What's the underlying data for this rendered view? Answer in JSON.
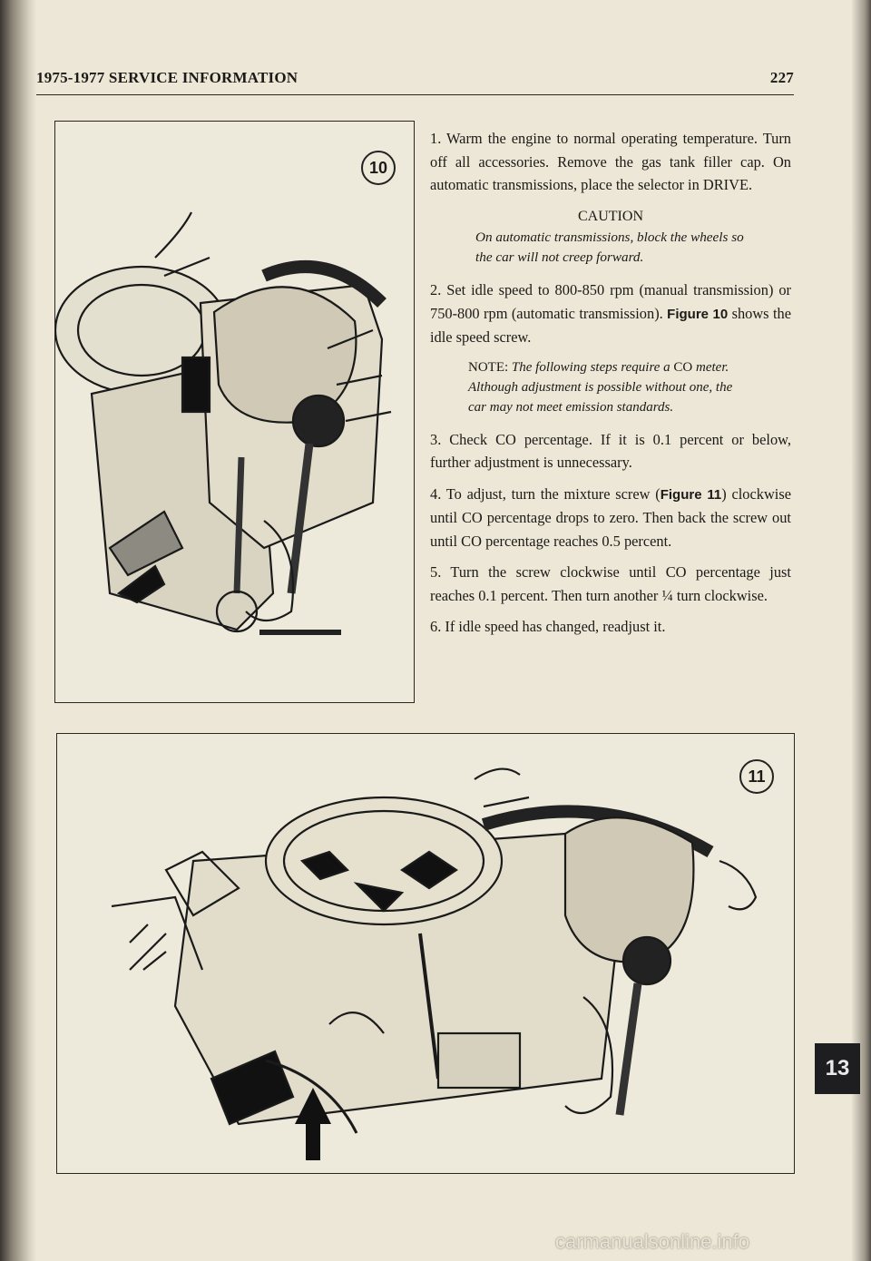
{
  "header": {
    "title": "1975-1977 SERVICE INFORMATION",
    "page_number": "227"
  },
  "figures": {
    "fig10": {
      "number": "10"
    },
    "fig11": {
      "number": "11"
    }
  },
  "steps": {
    "step1": {
      "prefix": "1. Warm the engine to normal operating temperature. Turn off all accessories. Remove the gas tank filler cap. On automatic transmissions, place the selector in ",
      "drive": "DRIVE",
      "suffix": "."
    },
    "caution": {
      "heading": "CAUTION",
      "text": "On automatic transmissions, block the wheels so the car will not creep forward."
    },
    "step2": {
      "prefix": "2. Set idle speed to 800-850 rpm (manual transmission) or 750-800 rpm (automatic transmission). ",
      "fig_ref": "Figure 10",
      "suffix": " shows the idle speed screw."
    },
    "note": {
      "label": "NOTE:",
      "text1": "The following steps require a",
      "co": "CO",
      "text2": "meter. Although adjustment is possible without one, the car may not meet emission standards."
    },
    "step3": {
      "a": "3. Check",
      "co": "CO",
      "b": "percentage. If it is 0.1 percent or below, further adjustment is unnecessary."
    },
    "step4": {
      "a": "4. To adjust, turn the mixture screw (",
      "fig_ref": "Figure 11",
      "b": ") clockwise until",
      "co1": "CO",
      "c": "percentage drops to zero. Then back the screw out until",
      "co2": "CO",
      "d": "percentage reaches 0.5 percent."
    },
    "step5": {
      "a": "5. Turn the screw clockwise until",
      "co": "CO",
      "b": "percentage just reaches 0.1 percent. Then turn another ¼ turn clockwise."
    },
    "step6": {
      "text": "6. If idle speed has changed, readjust it."
    }
  },
  "side_tab": {
    "label": "13"
  },
  "watermark": {
    "text": "carmanualsonline.info"
  }
}
